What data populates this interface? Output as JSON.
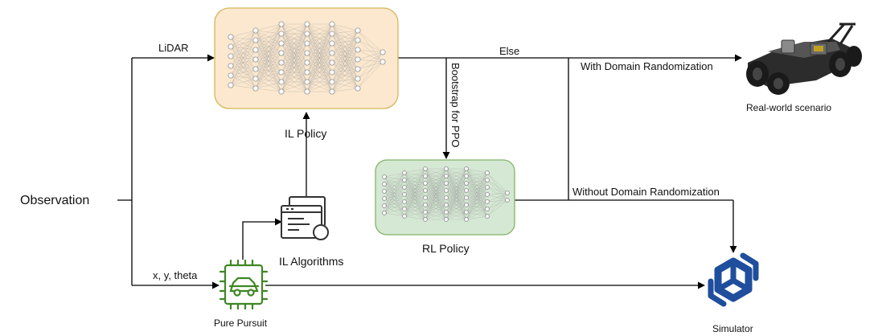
{
  "labels": {
    "observation": "Observation",
    "lidar": "LiDAR",
    "xytheta": "x, y, theta",
    "il_policy": "IL Policy",
    "il_algorithms": "IL Algorithms",
    "pure_pursuit": "Pure Pursuit",
    "bootstrap": "Bootstrap for PPO",
    "else": "Else",
    "with_dr": "With Domain Randomization",
    "without_dr": "Without Domain Randomization",
    "rl_policy": "RL Policy",
    "real_world": "Real-world scenario",
    "simulator": "Simulator"
  },
  "colors": {
    "il_box_fill": "#fbe8cf",
    "il_box_stroke": "#d6b656",
    "rl_box_fill": "#d5e8d4",
    "rl_box_stroke": "#82b366",
    "pure_pursuit_icon": "#3f8624",
    "simulator_logo": "#1f4e9c",
    "line": "#000000"
  },
  "icons": {
    "il_algorithms": "window-gear-icon",
    "pure_pursuit": "car-chip-icon",
    "simulator": "mujoco-knot-logo",
    "real_world": "rc-car-image"
  }
}
